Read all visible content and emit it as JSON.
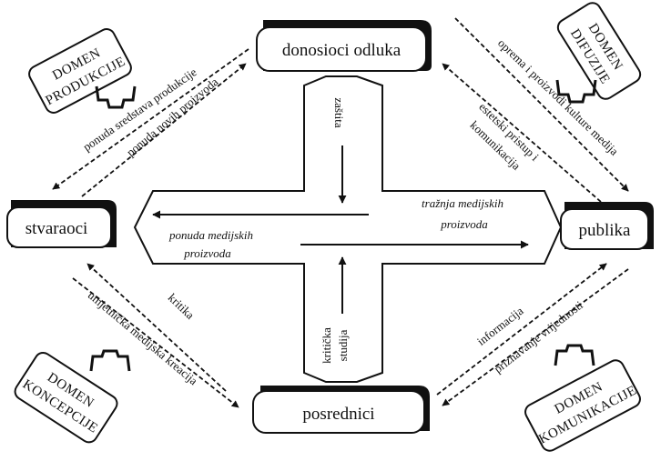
{
  "nodes": {
    "decision_makers": "donosioci odluka",
    "creators": "stvaraoci",
    "audience": "publika",
    "intermediaries": "posrednici"
  },
  "domains": {
    "production": [
      "DOMEN",
      "PRODUKCIJE"
    ],
    "diffusion": [
      "DOMEN",
      "DIFUZIJE"
    ],
    "conception": [
      "DOMEN",
      "KONCEPCIJE"
    ],
    "communication": [
      "DOMEN",
      "KOMUNIKACIJE"
    ]
  },
  "cross": {
    "protection": "zaštita",
    "critical_studies": [
      "kritička",
      "studija"
    ],
    "demand": [
      "tražnja medijskih",
      "proizvoda"
    ],
    "supply": [
      "ponuda medijskih",
      "proizvoda"
    ]
  },
  "flows": {
    "supply_means": "ponuda sredstava produkcije",
    "supply_new": "ponuda novih proizvoda",
    "equipment": "oprema i proizvodi kulture medija",
    "aesthetic": [
      "estetski pristup i",
      "komunikacija"
    ],
    "critique": "kritika",
    "art_creation": "umjetnička medijska kreacija",
    "information": "informacija",
    "recognition": "priznavanje vrijednosti"
  },
  "colors": {
    "ink": "#111111",
    "background": "#ffffff"
  }
}
